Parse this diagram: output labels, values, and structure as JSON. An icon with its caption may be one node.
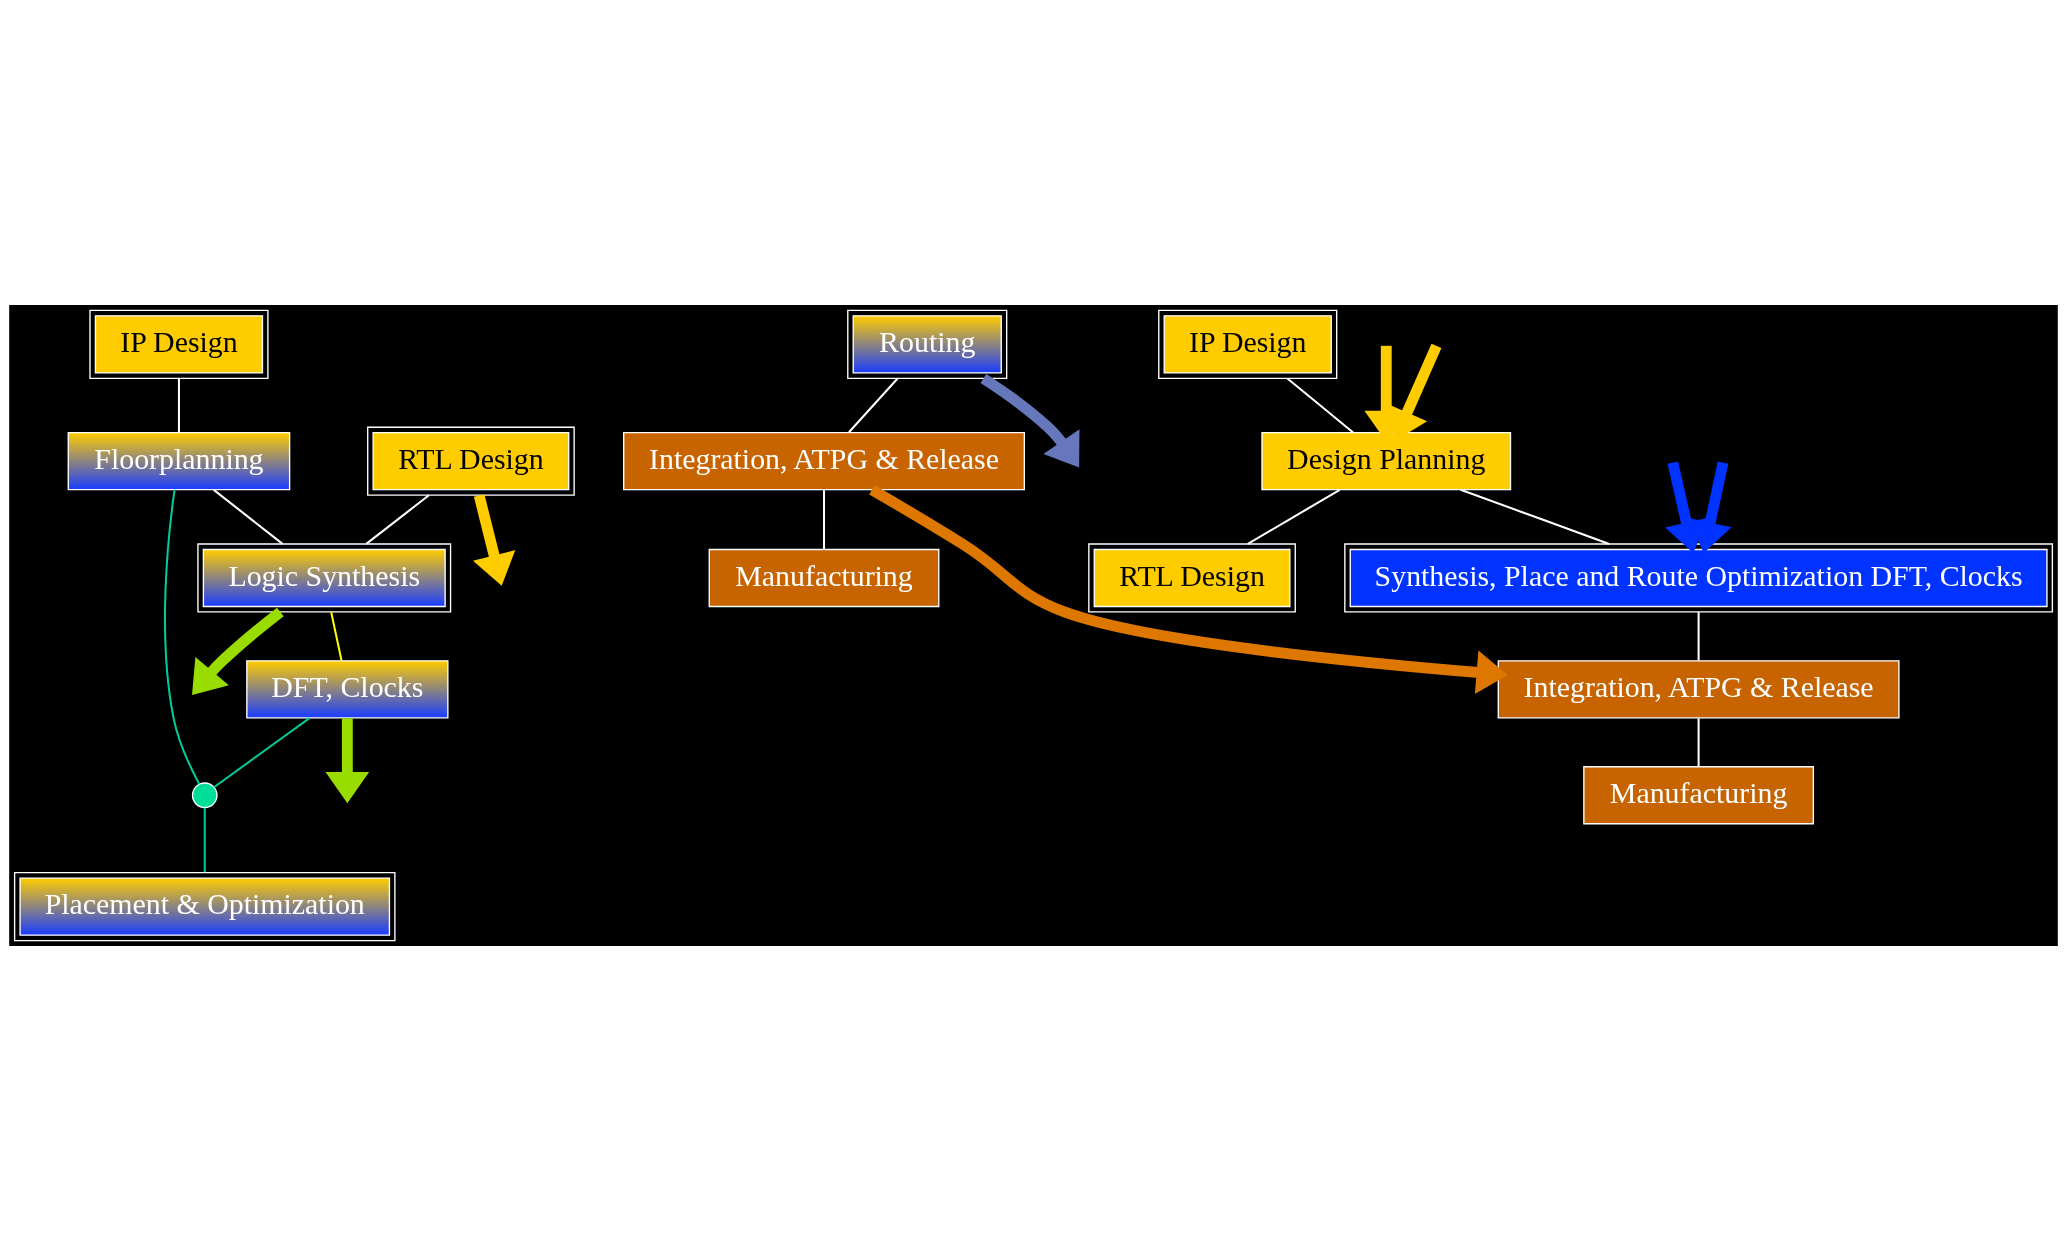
{
  "diagram": {
    "nodes": [
      {
        "text": [
          "IP Design"
        ]
      },
      {
        "text": [
          "RTL Design"
        ]
      },
      {
        "text": [
          "Logic Synthesis"
        ]
      },
      {
        "text": [
          "Floorplanning"
        ]
      },
      {
        "text": [
          "DFT, Clocks"
        ]
      },
      {
        "text": [],
        "shape": "circle"
      },
      {
        "text": [
          "Placement & Optimization"
        ]
      },
      {
        "text": [
          "Routing"
        ]
      },
      {
        "text": [
          "Integration, ATPG & Release"
        ]
      },
      {
        "text": [
          "Manufacturing"
        ]
      },
      {
        "text": [
          "IP Design"
        ]
      },
      {
        "text": [
          "Design Planning"
        ]
      },
      {
        "text": [
          "RTL Design"
        ]
      },
      {
        "text": [
          "Synthesis, Place and Route Optimization DFT, Clocks"
        ]
      },
      {
        "text": [
          "Integration, ATPG & Release"
        ]
      },
      {
        "text": [
          "Manufacturing"
        ]
      }
    ],
    "edges": [
      {
        "from": 0,
        "to": 3,
        "arrow": "none"
      },
      {
        "from": 1,
        "to": 2,
        "arrow": "none"
      },
      {
        "from": 3,
        "to": 2,
        "arrow": "none"
      },
      {
        "from": 2,
        "to": 4,
        "arrow": "none",
        "color": "#ffff00"
      },
      {
        "from": 3,
        "to": 5,
        "arrow": "none",
        "color": "#00cc99"
      },
      {
        "from": 4,
        "to": 5,
        "arrow": "none",
        "color": "#00cc99"
      },
      {
        "from": 5,
        "to": 6,
        "arrow": "none",
        "color": "#00cc99"
      },
      {
        "from": 7,
        "to": 8,
        "arrow": "none"
      },
      {
        "from": 8,
        "to": 9,
        "arrow": "none"
      },
      {
        "from": 10,
        "to": 11,
        "arrow": "none"
      },
      {
        "from": 11,
        "to": 12,
        "arrow": "none"
      },
      {
        "from": 11,
        "to": 13,
        "arrow": "none"
      },
      {
        "from": 13,
        "to": 14,
        "arrow": "none"
      },
      {
        "from": 14,
        "to": 15,
        "arrow": "none"
      },
      {
        "from": 1,
        "to": null,
        "arrow": "to",
        "style": "thick",
        "color": "#ffcc00"
      },
      {
        "from": 2,
        "to": null,
        "arrow": "to",
        "style": "thick",
        "color": "#99dd00"
      },
      {
        "from": 4,
        "to": null,
        "arrow": "to",
        "style": "thick",
        "color": "#99dd00"
      },
      {
        "from": null,
        "to": 11,
        "arrow": "to",
        "style": "thick",
        "color": "#ffcc00"
      },
      {
        "from": null,
        "to": 11,
        "arrow": "to",
        "style": "thick",
        "color": "#ffcc00"
      },
      {
        "from": null,
        "to": 13,
        "arrow": "to",
        "style": "thick",
        "color": "#0033ff"
      },
      {
        "from": null,
        "to": 13,
        "arrow": "to",
        "style": "thick",
        "color": "#0033ff"
      },
      {
        "from": 7,
        "to": null,
        "arrow": "to",
        "style": "thick",
        "color": "#6677bb"
      },
      {
        "from": 8,
        "to": 14,
        "arrow": "to",
        "style": "thick",
        "color": "#dd7700"
      }
    ]
  }
}
